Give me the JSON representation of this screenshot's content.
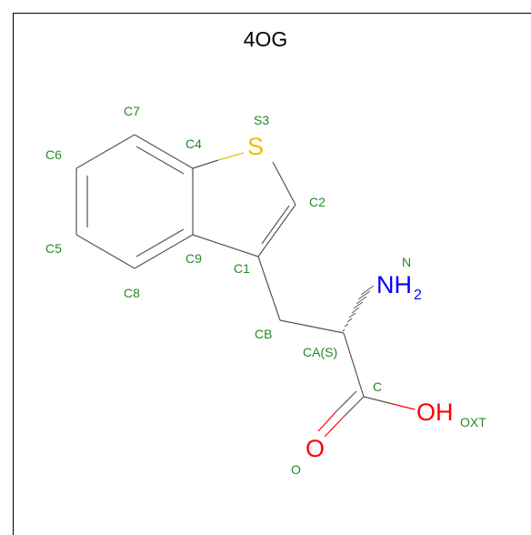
{
  "title": "4OG",
  "colors": {
    "atom_label": "#228b22",
    "carbon": "#228b22",
    "sulfur": "#e6c200",
    "nitrogen": "#0000ff",
    "oxygen": "#ff0000",
    "bond": "#000000"
  },
  "atom_labels": {
    "C7": "C7",
    "C6": "C6",
    "C4": "C4",
    "S3": "S3",
    "C2": "C2",
    "C5": "C5",
    "C9": "C9",
    "C1": "C1",
    "C8": "C8",
    "N": "N",
    "CB": "CB",
    "CA": "CA(S)",
    "C": "C",
    "O": "O",
    "OXT": "OXT"
  },
  "element_symbols": {
    "S": "S",
    "NH": "NH",
    "NH_sub": "2",
    "O": "O",
    "OH": "OH"
  }
}
